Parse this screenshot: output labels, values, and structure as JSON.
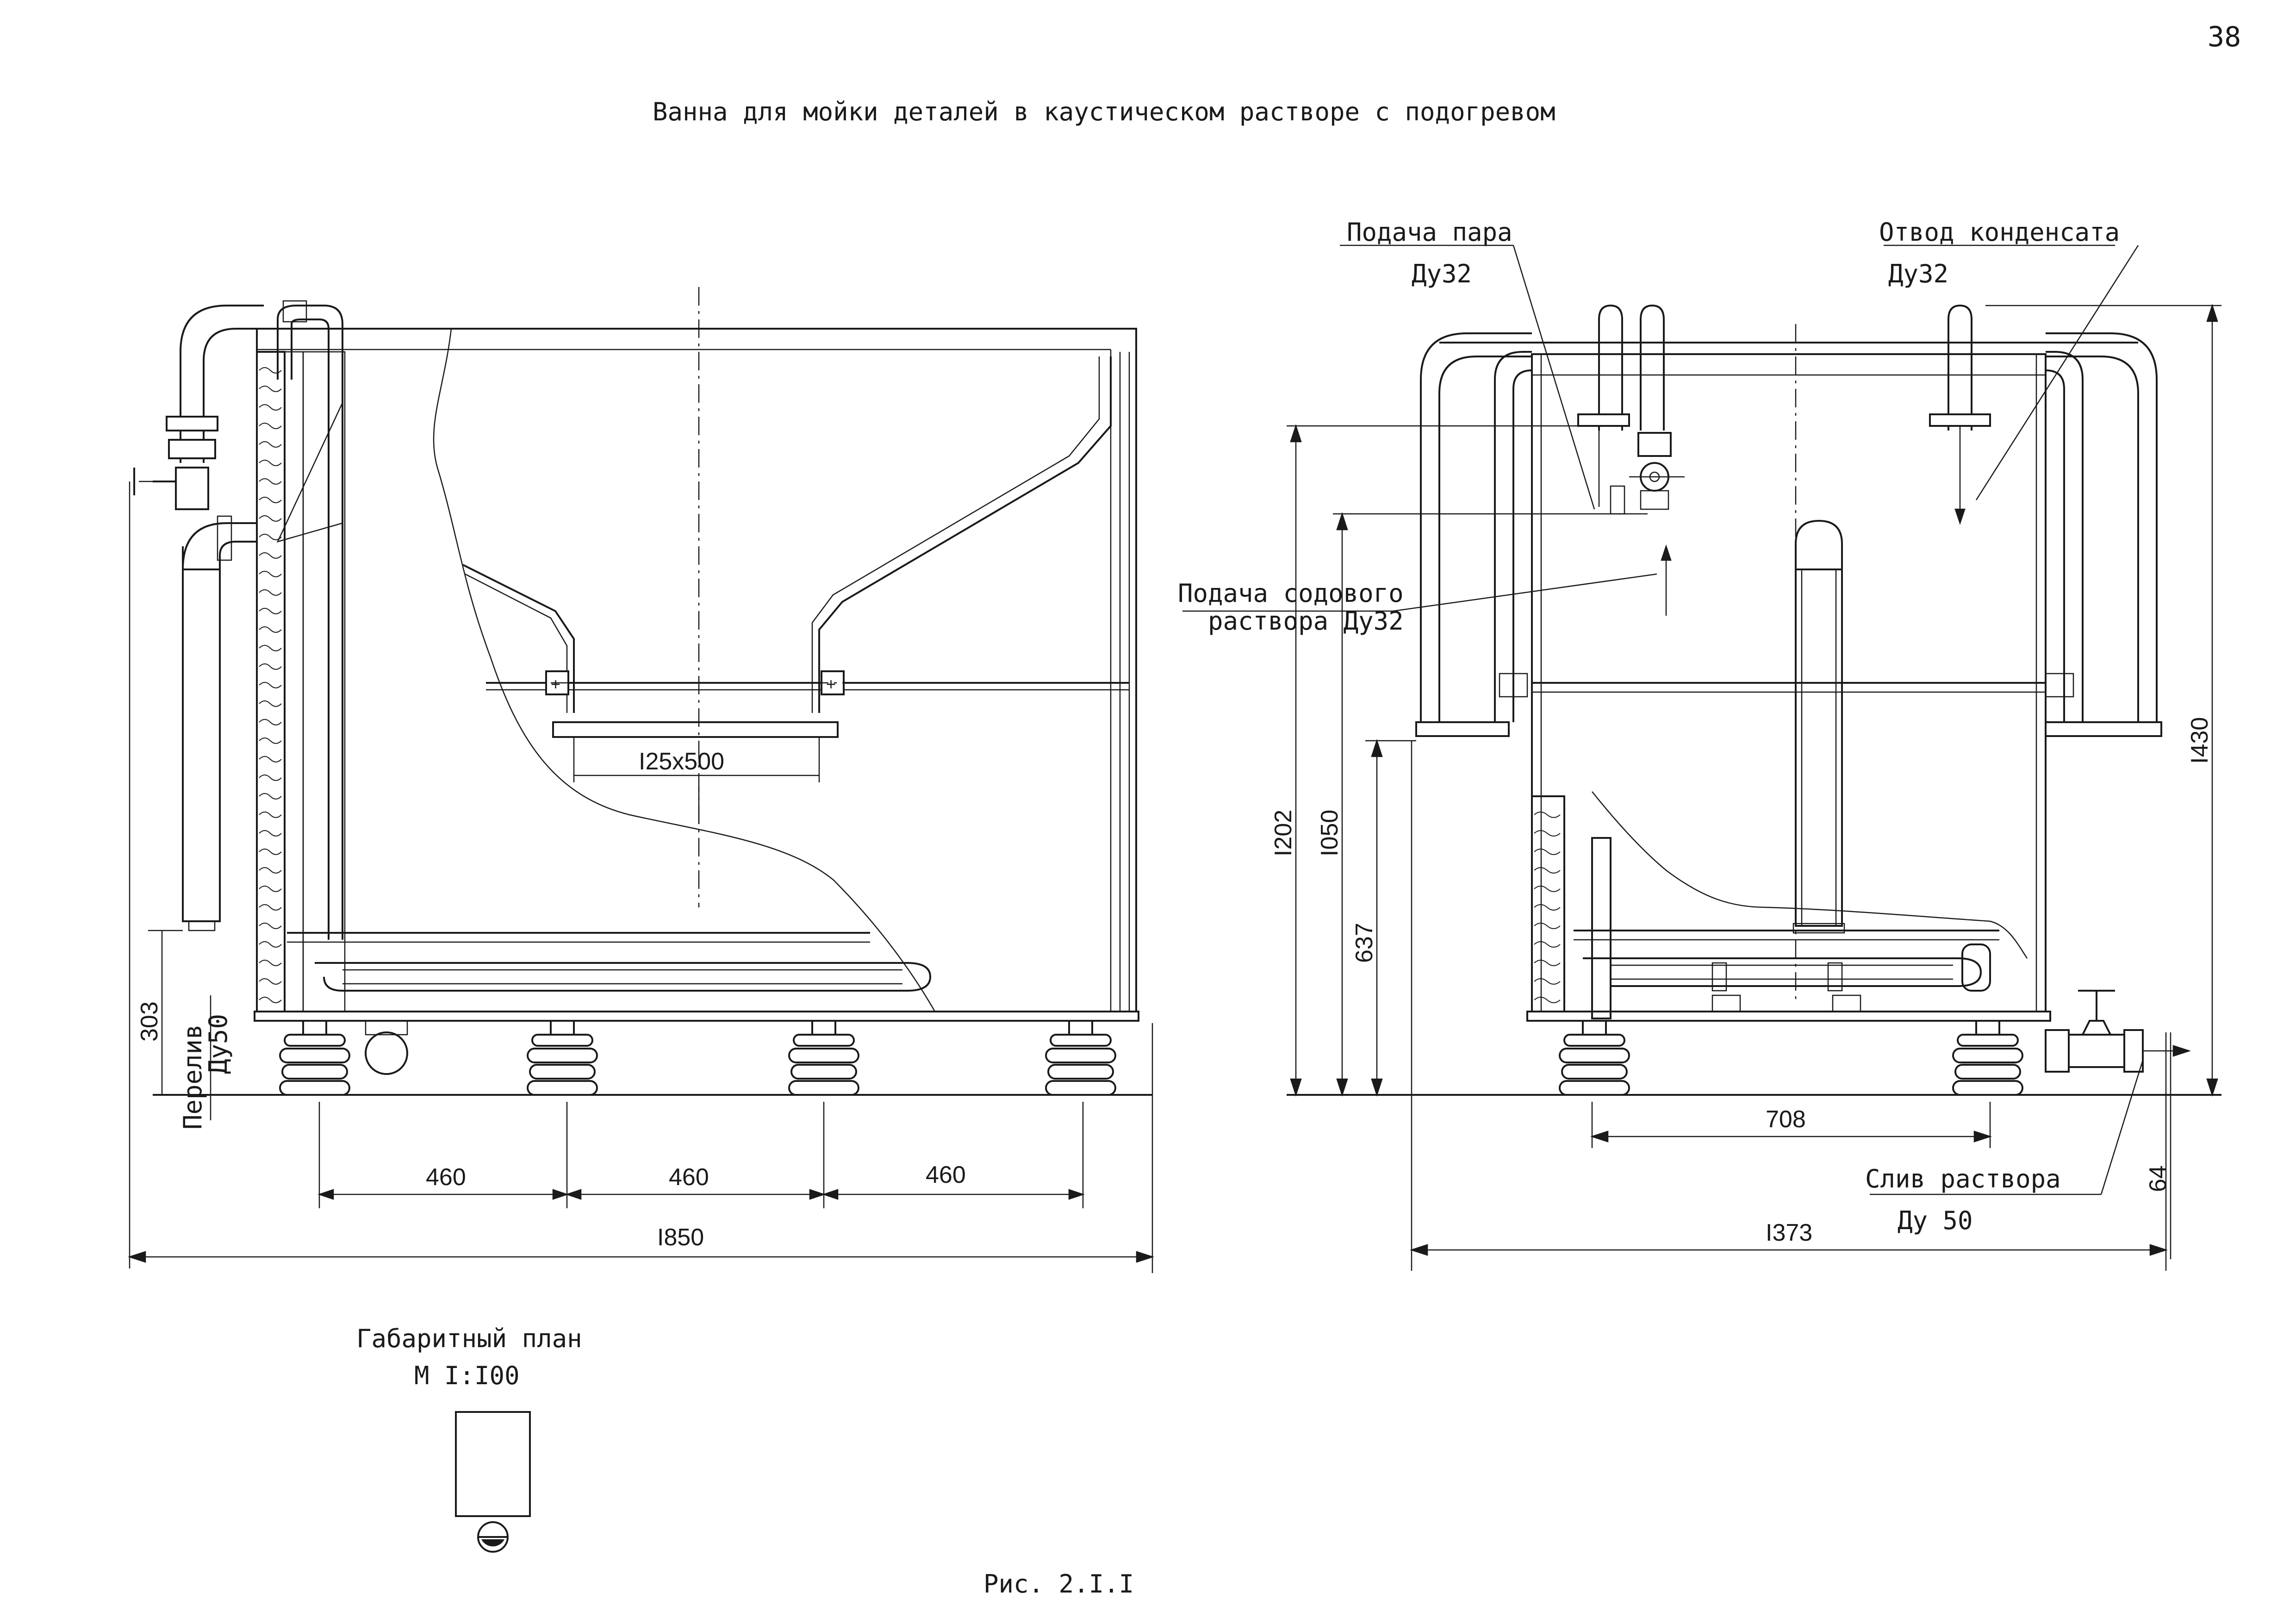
{
  "page_number": "38",
  "title": "Ванна для мойки деталей в каустическом растворе с подогревом",
  "figure_caption": "Рис. 2.I.I",
  "front_view": {
    "labels": {
      "overflow": "Перелив",
      "overflow_size": "Ду50",
      "opening": "I25x500"
    },
    "dimensions": {
      "overflow_height": "303",
      "spacing_1": "460",
      "spacing_2": "460",
      "spacing_3": "460",
      "overall_length": "I850"
    }
  },
  "side_view": {
    "labels": {
      "steam_supply": "Подача пара",
      "steam_supply_size": "Ду32",
      "condensate_outlet": "Отвод конденсата",
      "condensate_outlet_size": "Ду32",
      "soda_supply_line1": "Подача содового",
      "soda_supply_line2": "раствора  Ду32",
      "drain": "Слив раствора",
      "drain_size": "Ду 50"
    },
    "dimensions": {
      "height_1202": "I202",
      "height_1050": "I050",
      "height_637": "637",
      "height_1430": "I430",
      "support_spacing": "708",
      "drain_height": "64",
      "overall_width": "I373"
    }
  },
  "plan": {
    "title": "Габаритный план",
    "scale": "М  I:I00"
  }
}
